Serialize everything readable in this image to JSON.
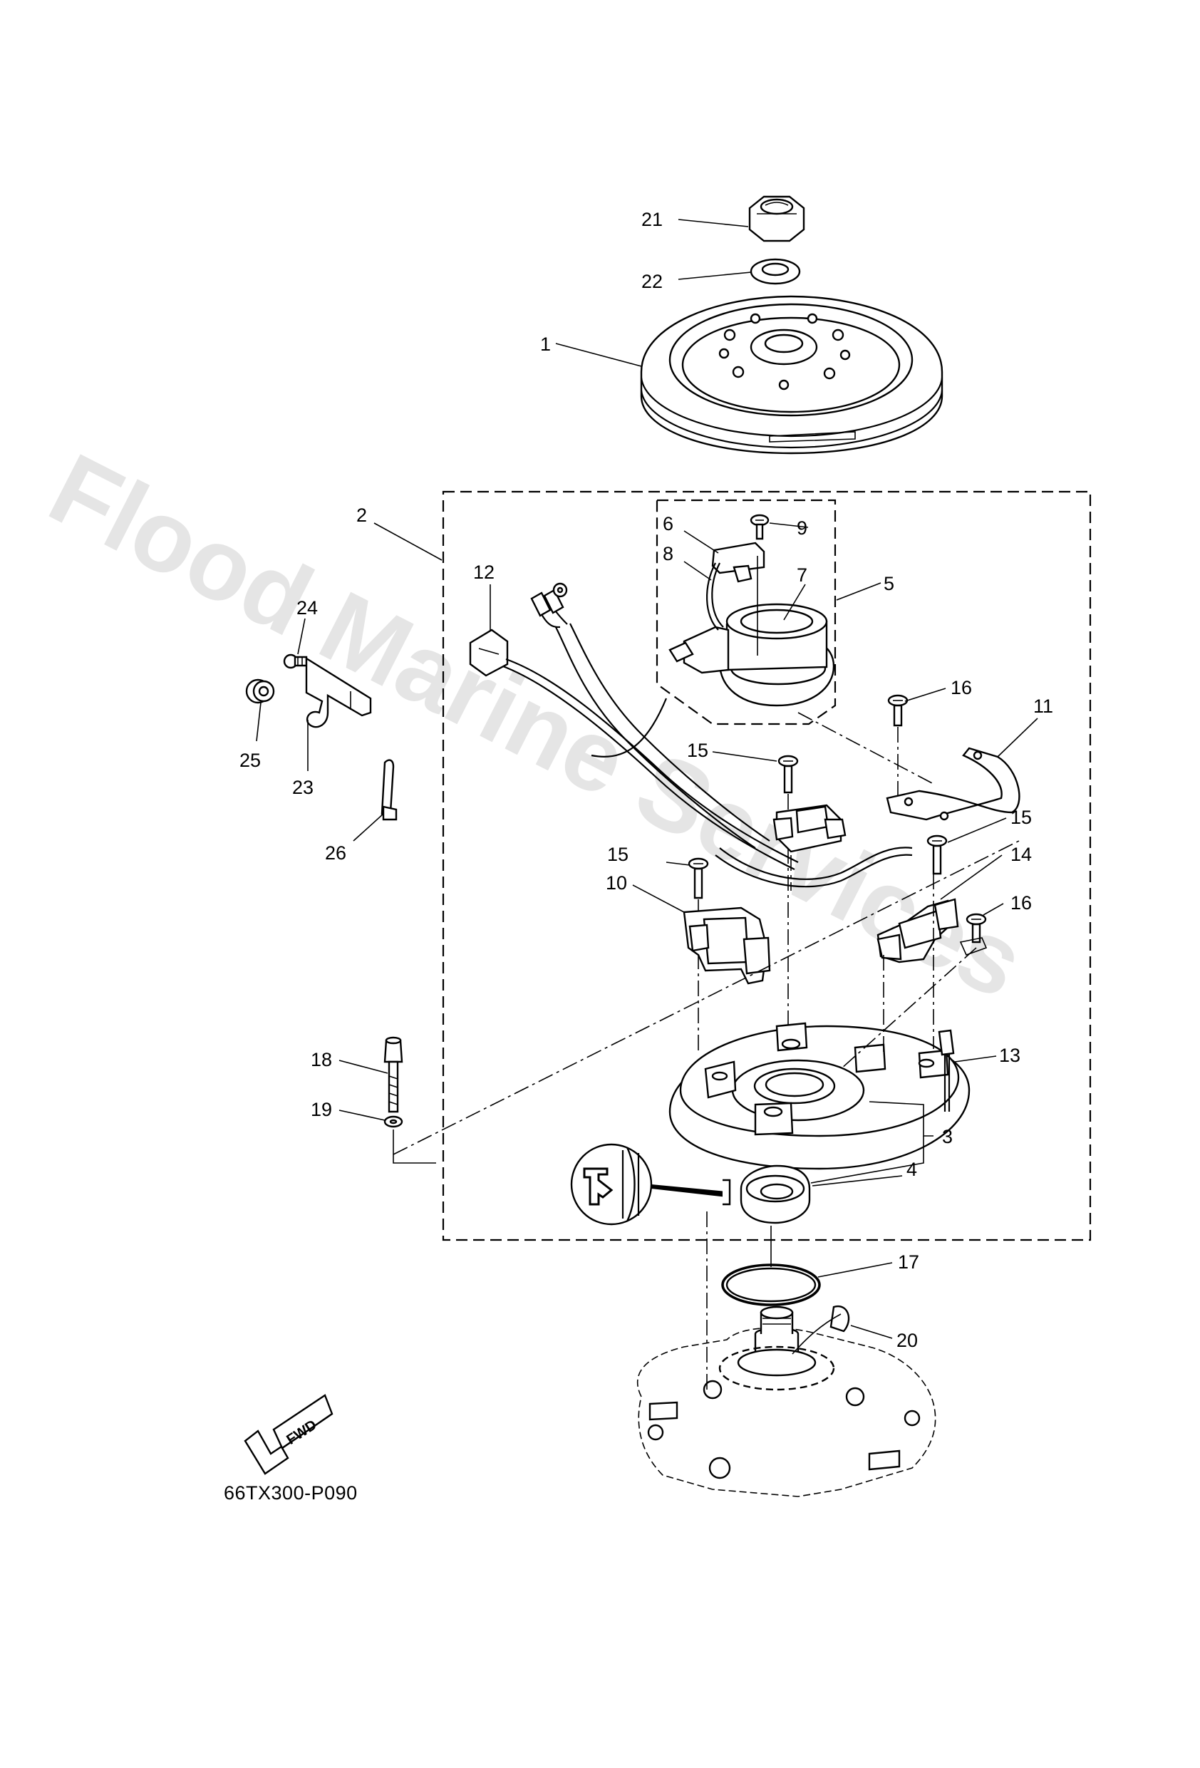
{
  "diagram": {
    "drawing_id": "66TX300-P090",
    "watermark": "Flood Marine Services",
    "fwd_label": "FWD",
    "callouts": {
      "c1": "1",
      "c2": "2",
      "c3": "3",
      "c4": "4",
      "c5": "5",
      "c6": "6",
      "c7": "7",
      "c8": "8",
      "c9": "9",
      "c10": "10",
      "c11": "11",
      "c12": "12",
      "c13": "13",
      "c14": "14",
      "c15a": "15",
      "c15b": "15",
      "c15c": "15",
      "c16a": "16",
      "c16b": "16",
      "c17": "17",
      "c18": "18",
      "c19": "19",
      "c20": "20",
      "c21": "21",
      "c22": "22",
      "c23": "23",
      "c24": "24",
      "c25": "25",
      "c26": "26"
    }
  }
}
